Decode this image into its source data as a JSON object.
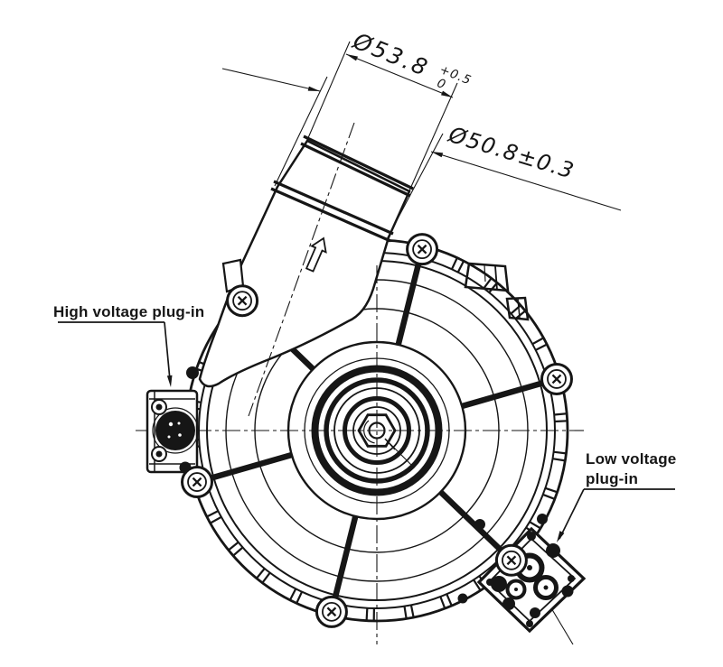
{
  "drawing": {
    "dimensions": {
      "outlet_outer_diameter": {
        "text": "Ø53.8",
        "tolerance_upper": "+0.5",
        "tolerance_lower": "0"
      },
      "outlet_bead_diameter": {
        "text": "Ø50.8±0.3"
      }
    },
    "labels": {
      "high_voltage": "High voltage plug-in",
      "low_voltage_line1": "Low voltage",
      "low_voltage_line2": "plug-in"
    },
    "colors": {
      "ink": "#161616",
      "paper": "#ffffff"
    }
  }
}
